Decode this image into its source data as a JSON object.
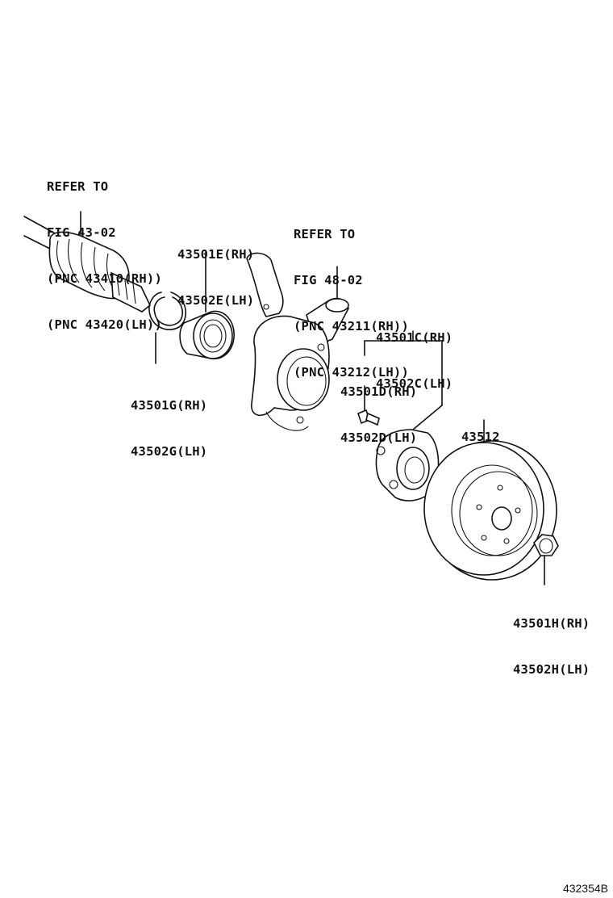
{
  "labels": {
    "driveshaft_ref": [
      "REFER TO",
      "FIG 43-02",
      "(PNC 43410(RH))",
      "(PNC 43420(LH))"
    ],
    "knuckle_ref": [
      "REFER TO",
      "FIG 48-02",
      "(PNC 43211(RH))",
      "(PNC 43212(LH))"
    ],
    "bearing": [
      "43501E(RH)",
      "43502E(LH)"
    ],
    "snap_ring": [
      "43501G(RH)",
      "43502G(LH)"
    ],
    "hub": [
      "43501C(RH)",
      "43502C(LH)"
    ],
    "hub_bolt": [
      "43501D(RH)",
      "43502D(LH)"
    ],
    "disc": [
      "43512"
    ],
    "hub_nut": [
      "43501H(RH)",
      "43502H(LH)"
    ]
  },
  "figure_id": "432354B"
}
